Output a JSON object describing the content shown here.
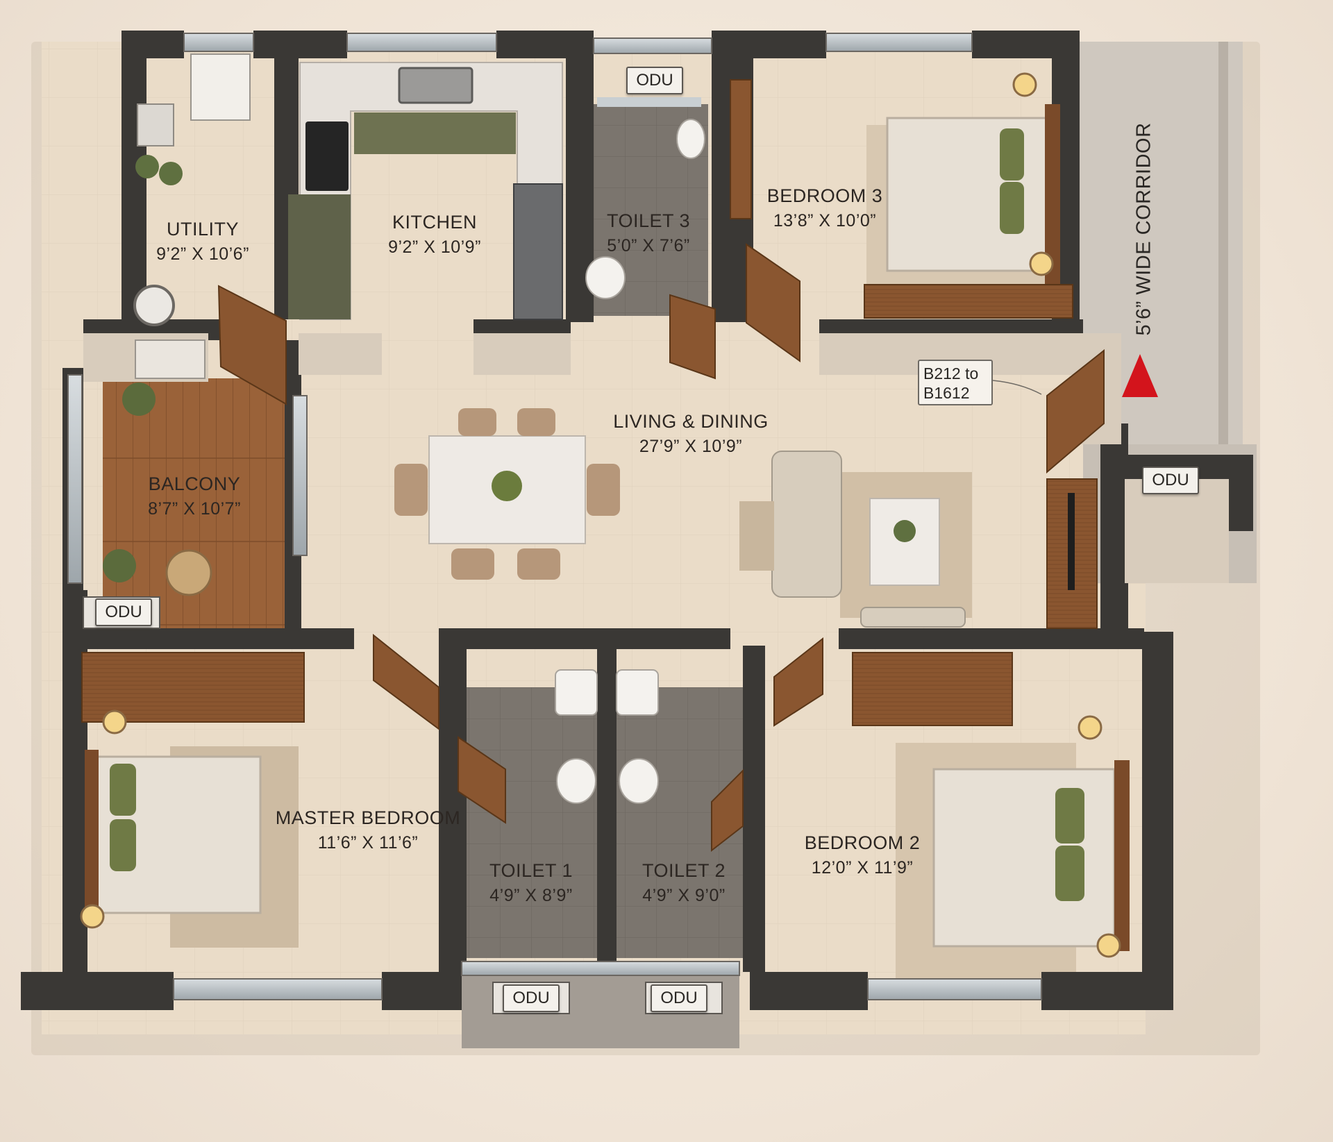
{
  "rooms": {
    "utility": {
      "name": "UTILITY",
      "dim": "9’2” X 10’6”"
    },
    "kitchen": {
      "name": "KITCHEN",
      "dim": "9’2” X 10’9”"
    },
    "toilet3": {
      "name": "TOILET 3",
      "dim": "5’0” X 7’6”"
    },
    "bedroom3": {
      "name": "BEDROOM 3",
      "dim": "13’8” X 10’0”"
    },
    "balcony": {
      "name": "BALCONY",
      "dim": "8’7” X 10’7”"
    },
    "living": {
      "name": "LIVING & DINING",
      "dim": "27’9” X 10’9”"
    },
    "master": {
      "name": "MASTER BEDROOM",
      "dim": "11’6” X 11’6”"
    },
    "toilet1": {
      "name": "TOILET 1",
      "dim": "4’9” X 8’9”"
    },
    "toilet2": {
      "name": "TOILET 2",
      "dim": "4’9” X 9’0”"
    },
    "bedroom2": {
      "name": "BEDROOM 2",
      "dim": "12’0” X 11’9”"
    }
  },
  "odu_label": "ODU",
  "corridor_label": "5’6” WIDE CORRIDOR",
  "unit_range": {
    "line1": "B212 to",
    "line2": "B1612"
  },
  "colors": {
    "wall": "#3a3835",
    "floor": "#e9dcc9",
    "wet_floor": "#77716b",
    "wood": "#8a5630",
    "corridor": "#cfc8bf",
    "entry_arrow": "#d3141c",
    "pillow": "#6f7a45"
  },
  "icons": [
    "bed-icon",
    "door-icon",
    "sofa-icon",
    "dining-table-icon",
    "wc-icon",
    "washbasin-icon",
    "plant-icon",
    "lamp-icon",
    "wardrobe-icon",
    "tv-icon",
    "washing-machine-icon",
    "sink-icon",
    "stove-icon",
    "fridge-icon",
    "arrow-icon"
  ]
}
